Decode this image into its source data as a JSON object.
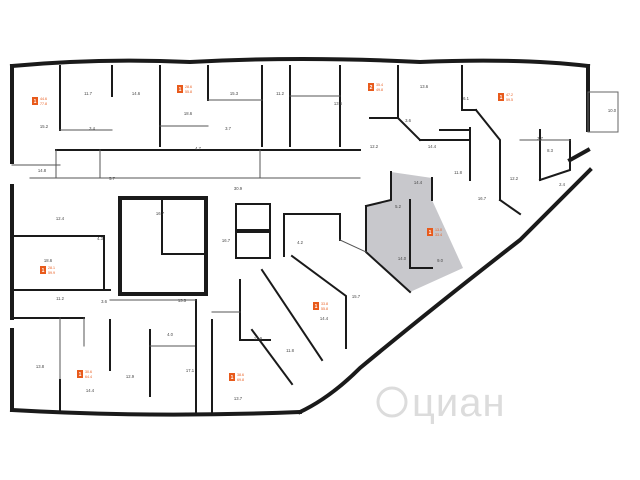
{
  "rooms": [
    {
      "text": "11.7"
    },
    {
      "text": "14.6"
    },
    {
      "text": "18.6"
    },
    {
      "text": "15.3"
    },
    {
      "text": "11.2"
    },
    {
      "text": "13.6"
    },
    {
      "text": "13.6"
    },
    {
      "text": "6.1"
    },
    {
      "text": "15.2"
    },
    {
      "text": "3.4"
    },
    {
      "text": "3.7"
    },
    {
      "text": "4.7"
    },
    {
      "text": "14.8"
    },
    {
      "text": "3.6"
    },
    {
      "text": "30.9"
    },
    {
      "text": "16.7"
    },
    {
      "text": "12.4"
    },
    {
      "text": "16.7"
    },
    {
      "text": "4.3"
    },
    {
      "text": "18.6"
    },
    {
      "text": "11.2"
    },
    {
      "text": "3.6"
    },
    {
      "text": "13.5"
    },
    {
      "text": "13.8"
    },
    {
      "text": "12.9"
    },
    {
      "text": "4.0"
    },
    {
      "text": "14.4"
    },
    {
      "text": "17.1"
    },
    {
      "text": "13.7"
    },
    {
      "text": "12.9"
    },
    {
      "text": "11.8"
    },
    {
      "text": "14.4"
    },
    {
      "text": "15.7"
    },
    {
      "text": "4.2"
    },
    {
      "text": "14.0"
    },
    {
      "text": "9.0"
    },
    {
      "text": "5.2"
    },
    {
      "text": "14.4"
    },
    {
      "text": "12.2"
    },
    {
      "text": "16.7"
    },
    {
      "text": "11.8"
    },
    {
      "text": "8.3"
    },
    {
      "text": "3.7"
    },
    {
      "text": "2.4"
    },
    {
      "text": "10.0"
    },
    {
      "text": "12.2"
    },
    {
      "text": "14.4"
    },
    {
      "text": "5.7"
    }
  ],
  "badges": [
    {
      "num": "1",
      "l1": "44.6",
      "l2": "77.8"
    },
    {
      "num": "1",
      "l1": "28.6",
      "l2": "55.8"
    },
    {
      "num": "2",
      "l1": "35.4",
      "l2": "49.8"
    },
    {
      "num": "1",
      "l1": "47.2",
      "l2": "59.5"
    },
    {
      "num": "1",
      "l1": "28.1",
      "l2": "59.9"
    },
    {
      "num": "1",
      "l1": "33.8",
      "l2": "55.8"
    },
    {
      "num": "1",
      "l1": "30.6",
      "l2": "64.4"
    },
    {
      "num": "1",
      "l1": "38.6",
      "l2": "69.8"
    },
    {
      "num": "1",
      "l1": "13.0",
      "l2": "33.4"
    }
  ],
  "watermark": {
    "brand": "циан"
  },
  "colors": {
    "accent": "#e85a1b",
    "highlight": "#c8c8cc",
    "wall": "#1a1a1a"
  }
}
